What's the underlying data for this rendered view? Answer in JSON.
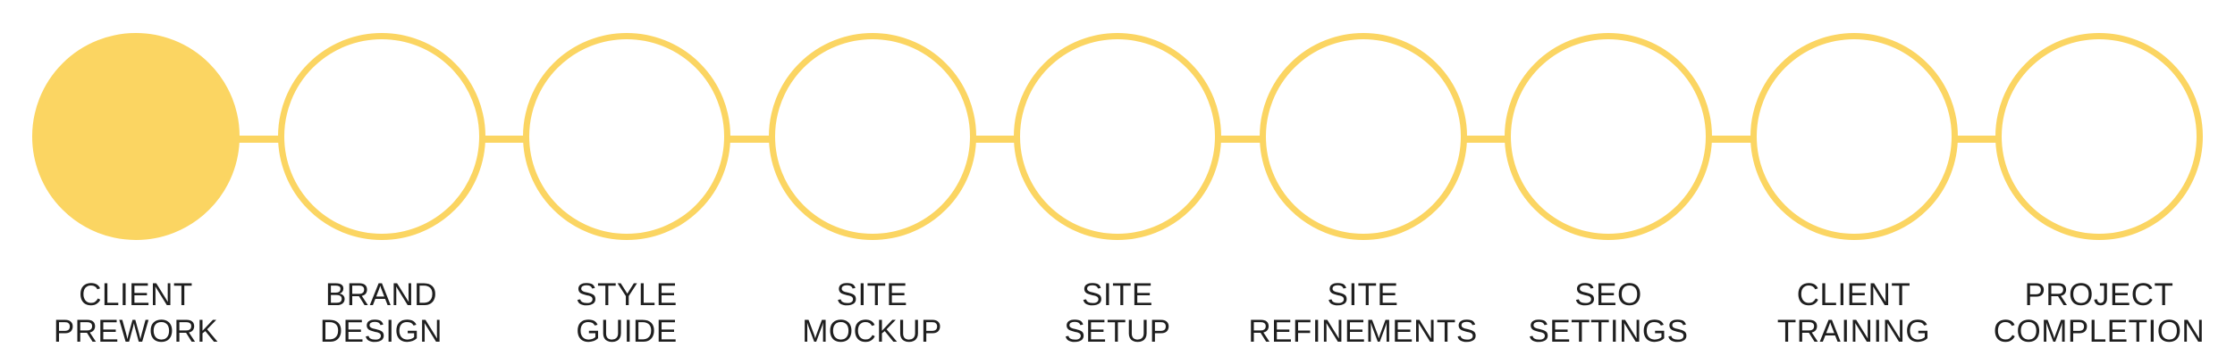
{
  "colors": {
    "accent": "#fbd562",
    "text": "#1f1f1f",
    "background": "#ffffff"
  },
  "steps": [
    {
      "line1": "CLIENT",
      "line2": "PREWORK",
      "completed": true
    },
    {
      "line1": "BRAND",
      "line2": "DESIGN",
      "completed": false
    },
    {
      "line1": "STYLE",
      "line2": "GUIDE",
      "completed": false
    },
    {
      "line1": "SITE",
      "line2": "MOCKUP",
      "completed": false
    },
    {
      "line1": "SITE",
      "line2": "SETUP",
      "completed": false
    },
    {
      "line1": "SITE",
      "line2": "REFINEMENTS",
      "completed": false
    },
    {
      "line1": "SEO",
      "line2": "SETTINGS",
      "completed": false
    },
    {
      "line1": "CLIENT",
      "line2": "TRAINING",
      "completed": false
    },
    {
      "line1": "PROJECT",
      "line2": "COMPLETION",
      "completed": false
    }
  ]
}
